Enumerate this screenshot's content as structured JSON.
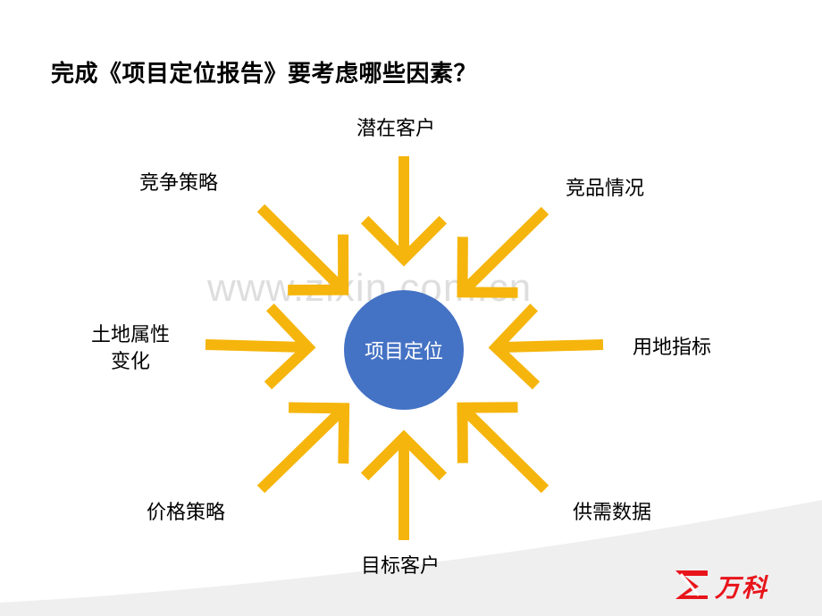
{
  "title": "完成《项目定位报告》要考虑哪些因素？",
  "hub": {
    "label": "项目定位"
  },
  "factors": {
    "top": "潜在客户",
    "top_left": "竞争策略",
    "top_right": "竞品情况",
    "left_line1": "土地属性",
    "left_line2": "变化",
    "right": "用地指标",
    "bottom_left": "价格策略",
    "bottom_right": "供需数据",
    "bottom": "目标客户"
  },
  "watermark": "www.zixin.com.cn",
  "logo": {
    "text": "万科"
  },
  "colors": {
    "arrow": "#f5b50c",
    "hub": "#4472c4",
    "hub_text": "#ffffff",
    "footer_band": "#e6e6e6",
    "logo": "#e8141b"
  }
}
